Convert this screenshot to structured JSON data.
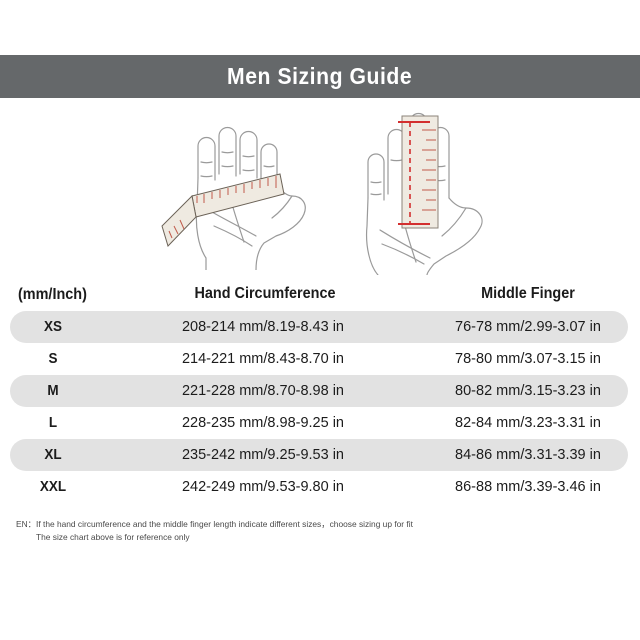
{
  "banner": {
    "title": "Men Sizing Guide",
    "background_color": "#65686A",
    "text_color": "#FFFFFF"
  },
  "illustrations": [
    {
      "name": "hand-circumference-illustration",
      "description": "Open palm with a measuring tape wrapped around the hand below the knuckles",
      "tape_color": "#EFEAE1",
      "outline_color": "#9A9A9A",
      "tick_color": "#C05A4A"
    },
    {
      "name": "middle-finger-illustration",
      "description": "Open palm with a vertical ruler measuring the middle finger length, red dashed measurement line",
      "ruler_color": "#EFEAE1",
      "outline_color": "#9A9A9A",
      "measure_line_color": "#D32F2F"
    }
  ],
  "table": {
    "headers": {
      "size": "(mm/Inch)",
      "hand_circumference": "Hand Circumference",
      "middle_finger": "Middle Finger"
    },
    "stripe_color": "#E2E2E2",
    "rows": [
      {
        "size": "XS",
        "hand_circumference": "208-214 mm/8.19-8.43 in",
        "middle_finger": "76-78 mm/2.99-3.07 in",
        "striped": true
      },
      {
        "size": "S",
        "hand_circumference": "214-221 mm/8.43-8.70 in",
        "middle_finger": "78-80 mm/3.07-3.15 in",
        "striped": false
      },
      {
        "size": "M",
        "hand_circumference": "221-228 mm/8.70-8.98 in",
        "middle_finger": "80-82 mm/3.15-3.23 in",
        "striped": true
      },
      {
        "size": "L",
        "hand_circumference": "228-235 mm/8.98-9.25 in",
        "middle_finger": "82-84 mm/3.23-3.31 in",
        "striped": false
      },
      {
        "size": "XL",
        "hand_circumference": "235-242 mm/9.25-9.53 in",
        "middle_finger": "84-86 mm/3.31-3.39 in",
        "striped": true
      },
      {
        "size": "XXL",
        "hand_circumference": "242-249 mm/9.53-9.80 in",
        "middle_finger": "86-88 mm/3.39-3.46 in",
        "striped": false
      }
    ]
  },
  "footnote": {
    "line1": "EN：If the hand circumference and the middle finger length indicate different sizes，choose sizing up for fit",
    "line2": "The size chart above is for reference only"
  }
}
